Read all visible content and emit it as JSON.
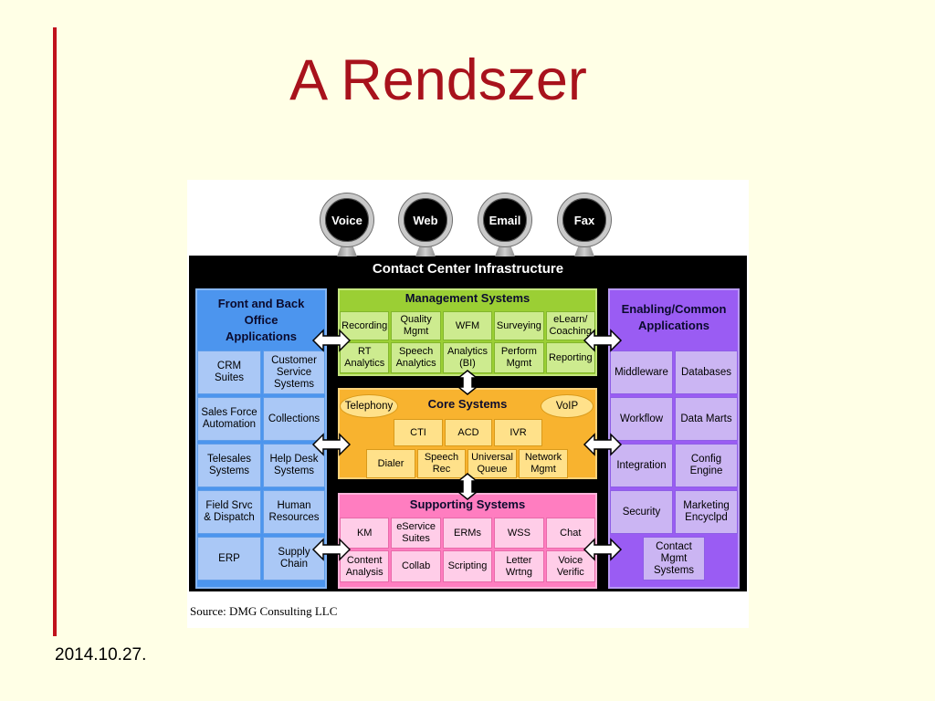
{
  "slide": {
    "title": "A Rendszer",
    "date": "2014.10.27."
  },
  "diagram": {
    "channels": [
      "Voice",
      "Web",
      "Email",
      "Fax"
    ],
    "infrastructure_title": "Contact Center Infrastructure",
    "front_back_office": {
      "title": "Front and Back\nOffice\nApplications",
      "items": [
        "CRM\nSuites",
        "Customer\nService\nSystems",
        "Sales Force\nAutomation",
        "Collections",
        "Telesales\nSystems",
        "Help Desk\nSystems",
        "Field Srvc\n& Dispatch",
        "Human\nResources",
        "ERP",
        "Supply\nChain"
      ]
    },
    "management": {
      "title": "Management Systems",
      "items": [
        "Recording",
        "Quality\nMgmt",
        "WFM",
        "Surveying",
        "eLearn/\nCoaching",
        "RT\nAnalytics",
        "Speech\nAnalytics",
        "Analytics\n(BI)",
        "Perform\nMgmt",
        "Reporting"
      ]
    },
    "core": {
      "title": "Core Systems",
      "telephony": "Telephony",
      "voip": "VoIP",
      "items": [
        "CTI",
        "ACD",
        "IVR",
        "Dialer",
        "Speech\nRec",
        "Universal\nQueue",
        "Network\nMgmt"
      ]
    },
    "supporting": {
      "title": "Supporting Systems",
      "items": [
        "KM",
        "eService\nSuites",
        "ERMs",
        "WSS",
        "Chat",
        "Content\nAnalysis",
        "Collab",
        "Scripting",
        "Letter\nWrtng",
        "Voice\nVerific"
      ]
    },
    "enabling": {
      "title": "Enabling/Common\nApplications",
      "items": [
        "Middleware",
        "Databases",
        "Workflow",
        "Data Marts",
        "Integration",
        "Config\nEngine",
        "Security",
        "Marketing\nEncyclpd",
        "Contact\nMgmt\nSystems"
      ]
    },
    "source": "Source: DMG Consulting LLC"
  },
  "colors": {
    "slide-bg": "#FFFFE6",
    "accent": "#C0121C",
    "title": "#A8121C",
    "front": "#4C95EE",
    "front-cell": "#AAC8F6",
    "mgmt": "#9BCF34",
    "mgmt-cell": "#CDEB8F",
    "core": "#F8B32F",
    "core-cell": "#FFE18A",
    "supporting": "#FF7DC0",
    "supporting-cell": "#FFCDE8",
    "enabling": "#9A5CF3",
    "enabling-cell": "#CBB5F3"
  }
}
